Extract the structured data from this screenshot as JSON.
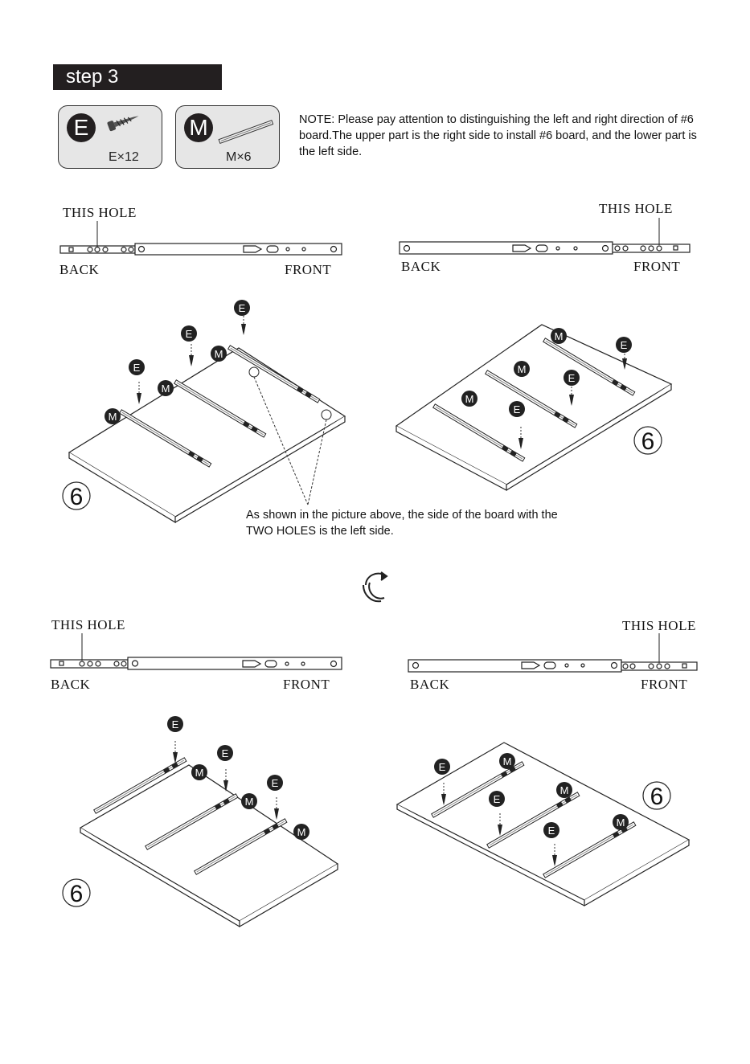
{
  "step_title": "step 3",
  "parts": [
    {
      "letter": "E",
      "qty": "E×12"
    },
    {
      "letter": "M",
      "qty": "M×6"
    }
  ],
  "note": "NOTE: Please pay attention to distinguishing the left and right direction of #6 board.The upper part is the right side to install #6 board, and the lower part is the left side.",
  "caption": "As shown in the picture above, the side of the board with the TWO HOLES is the left side.",
  "labels": {
    "this_hole": "THIS HOLE",
    "back": "BACK",
    "front": "FRONT",
    "board_number": "6",
    "screw_tag": "E",
    "rail_tag": "M"
  }
}
